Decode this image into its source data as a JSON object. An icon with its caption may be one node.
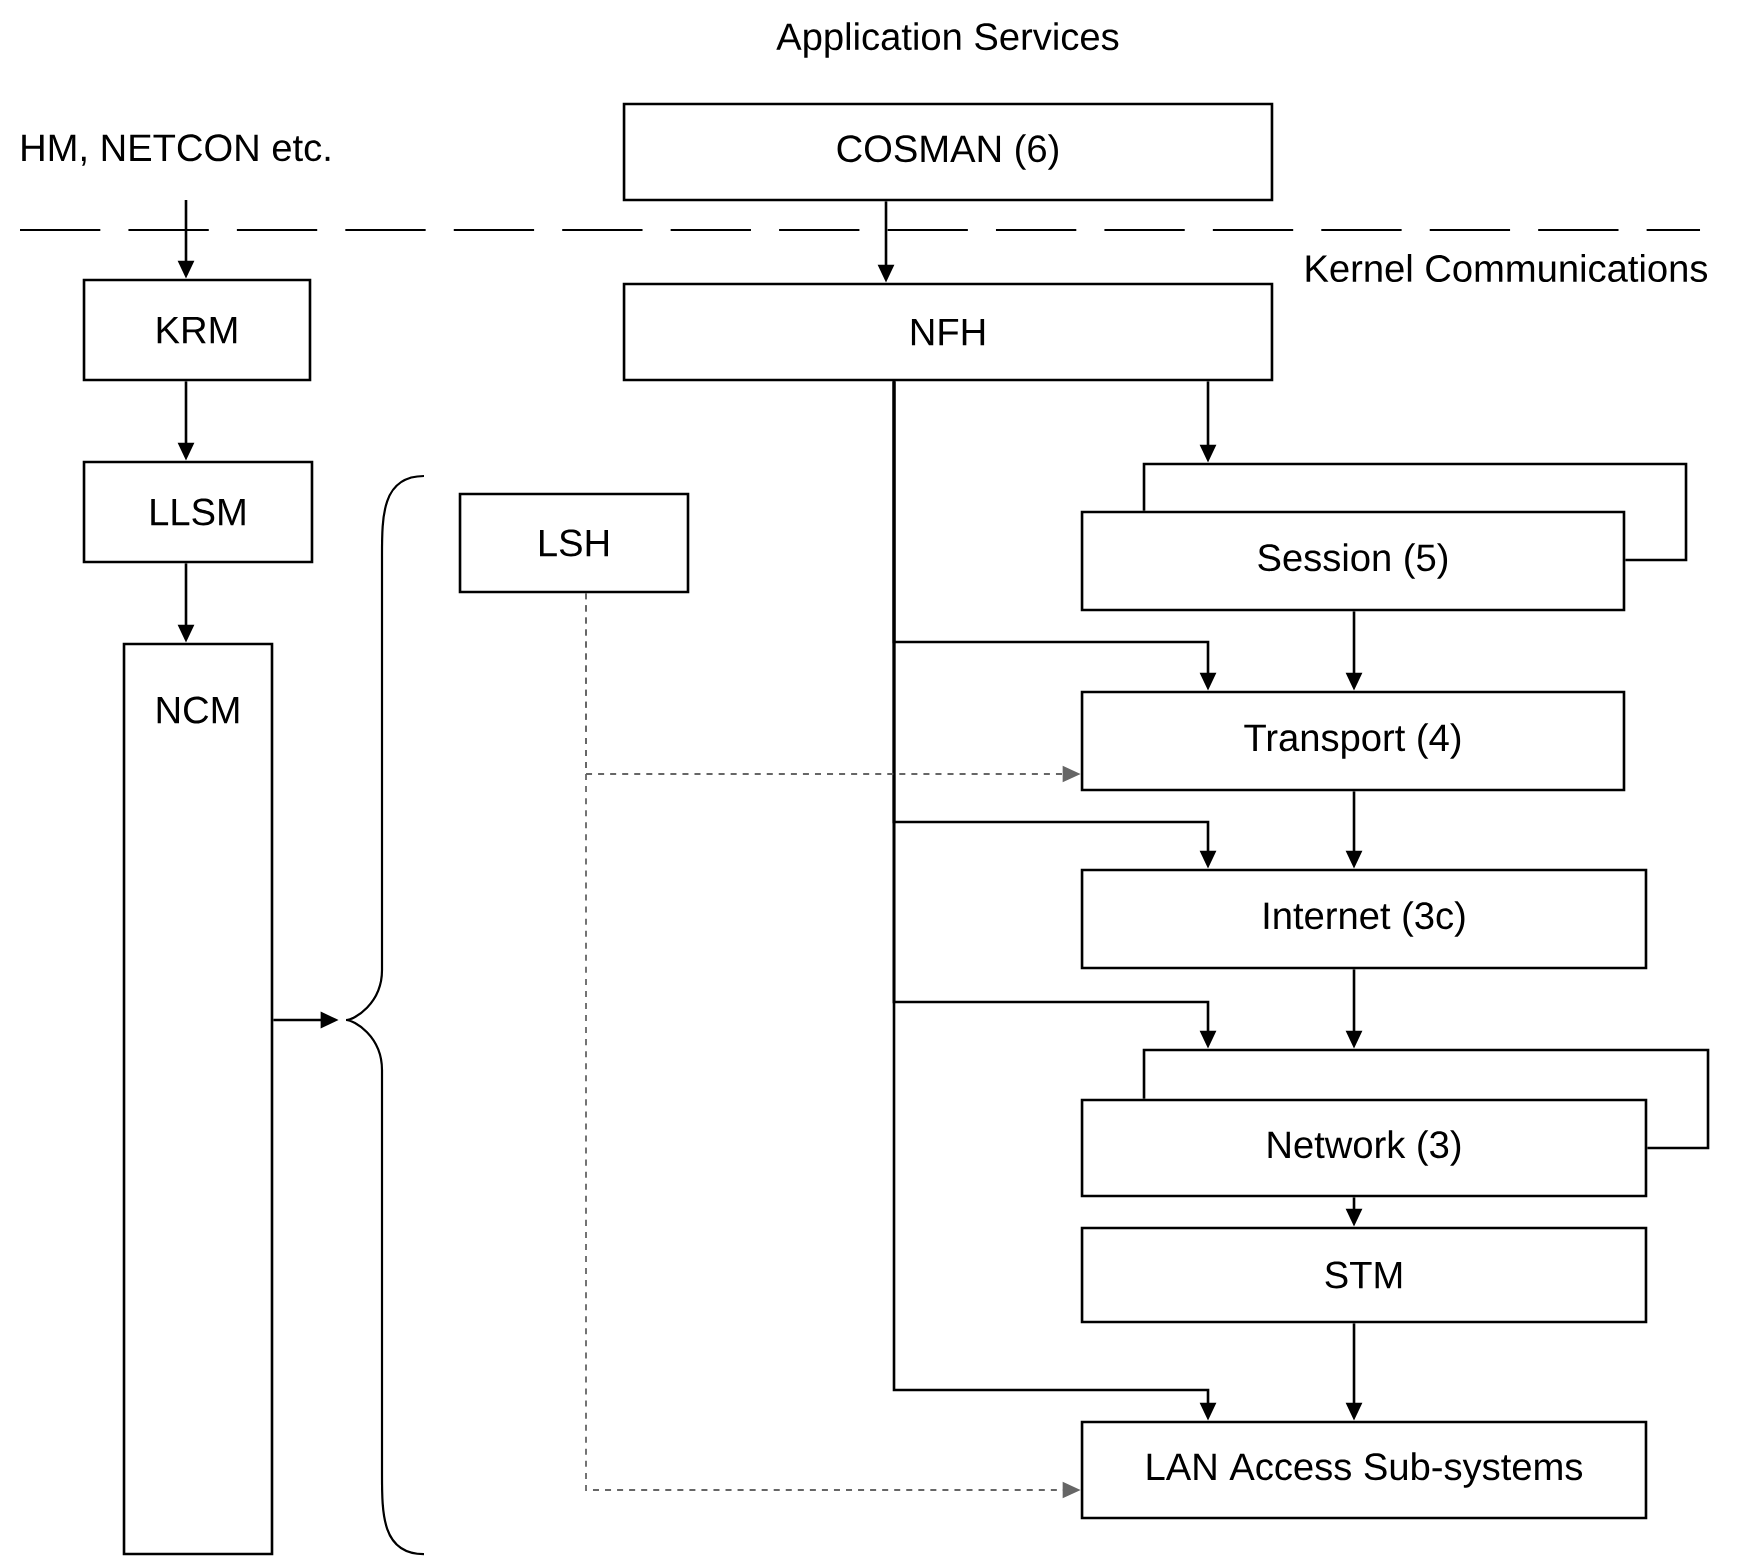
{
  "diagram": {
    "nodes": [
      {
        "text": [
          "HM, NETCON etc."
        ]
      },
      {
        "text": [
          "COSMAN (6)"
        ]
      },
      {
        "text": [
          "KRM"
        ]
      },
      {
        "text": [
          "NFH"
        ]
      },
      {
        "text": [
          "LLSM"
        ]
      },
      {
        "text": [
          "LSH"
        ]
      },
      {
        "text": [
          "Session (5)"
        ]
      },
      {
        "text": [
          "NCM"
        ]
      },
      {
        "text": [
          "Transport (4)"
        ]
      },
      {
        "text": [],
        "shape": "brace"
      },
      {
        "text": [
          "Internet (3c)"
        ]
      },
      {
        "text": [
          "Network (3)"
        ]
      },
      {
        "text": [
          "STM"
        ]
      },
      {
        "text": [
          "LAN Access Sub-systems"
        ]
      }
    ],
    "edges": [
      {
        "from": 0,
        "to": 2,
        "arrow": "to"
      },
      {
        "from": 1,
        "to": 3,
        "arrow": "to"
      },
      {
        "from": 2,
        "to": 4,
        "arrow": "to"
      },
      {
        "from": 3,
        "to": 6,
        "arrow": "to"
      },
      {
        "from": 4,
        "to": 7,
        "arrow": "to"
      },
      {
        "from": 6,
        "to": 6,
        "arrow": "none"
      },
      {
        "from": 3,
        "to": 8,
        "arrow": "to"
      },
      {
        "from": 3,
        "to": 10,
        "arrow": "to"
      },
      {
        "from": 3,
        "to": 11,
        "arrow": "to"
      },
      {
        "from": 3,
        "to": 13,
        "arrow": "to"
      },
      {
        "from": 6,
        "to": 8,
        "arrow": "to"
      },
      {
        "from": 8,
        "to": 10,
        "arrow": "to"
      },
      {
        "from": 10,
        "to": 11,
        "arrow": "to"
      },
      {
        "from": 11,
        "to": 11,
        "arrow": "none"
      },
      {
        "from": 11,
        "to": 12,
        "arrow": "to"
      },
      {
        "from": 12,
        "to": 13,
        "arrow": "to"
      },
      {
        "from": 7,
        "to": 9,
        "arrow": "to"
      },
      {
        "from": 5,
        "to": 8,
        "arrow": "to",
        "style": "dashed",
        "color": "#666666"
      },
      {
        "from": 5,
        "to": 13,
        "arrow": "to",
        "style": "dashed",
        "color": "#666666"
      }
    ],
    "labels": [
      "Application Services",
      "Kernel Communications"
    ]
  }
}
